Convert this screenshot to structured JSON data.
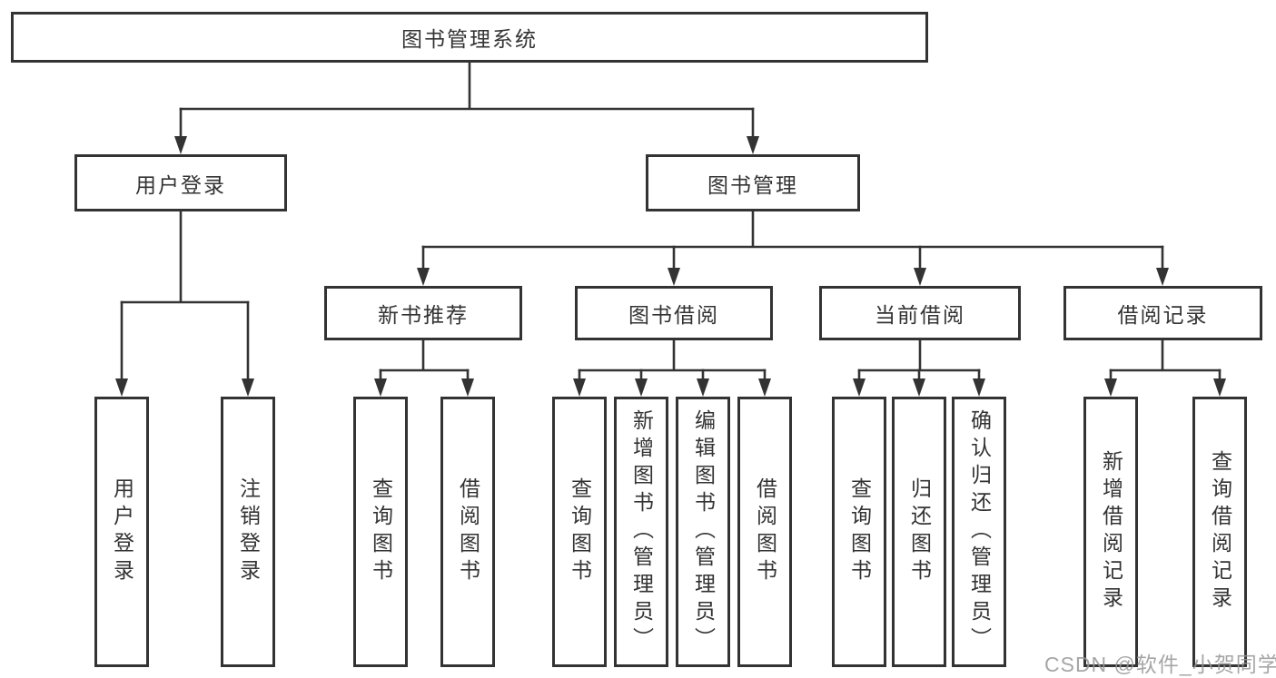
{
  "tree": {
    "root": {
      "label": "图书管理系统"
    },
    "login": {
      "label": "用户登录",
      "children": [
        {
          "label": "用户登录"
        },
        {
          "label": "注销登录"
        }
      ]
    },
    "management": {
      "label": "图书管理",
      "sections": [
        {
          "label": "新书推荐",
          "children": [
            {
              "label": "查询图书"
            },
            {
              "label": "借阅图书"
            }
          ]
        },
        {
          "label": "图书借阅",
          "children": [
            {
              "label": "查询图书"
            },
            {
              "label": "新增图书（管理员）"
            },
            {
              "label": "编辑图书（管理员）"
            },
            {
              "label": "借阅图书"
            }
          ]
        },
        {
          "label": "当前借阅",
          "children": [
            {
              "label": "查询图书"
            },
            {
              "label": "归还图书"
            },
            {
              "label": "确认归还（管理员）"
            }
          ]
        },
        {
          "label": "借阅记录",
          "children": [
            {
              "label": "新增借阅记录"
            },
            {
              "label": "查询借阅记录"
            }
          ]
        }
      ]
    }
  },
  "watermark": {
    "text": "CSDN @软件_小贺同学"
  },
  "colors": {
    "line": "#333333",
    "box_border": "#333333",
    "text": "#333333",
    "background": "#ffffff",
    "watermark_text": "#969696"
  }
}
